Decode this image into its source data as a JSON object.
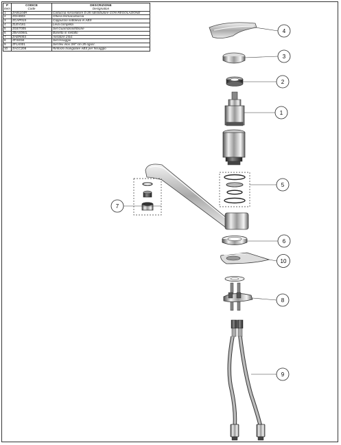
{
  "table": {
    "headers": {
      "pos": "P",
      "pos_sub": "Item",
      "code": "CODICE",
      "code_sub": "Code",
      "desc": "DESCRIZIONE",
      "desc_sub": "Designation"
    },
    "rows": [
      {
        "pos": "1",
        "code": "ZA91104R",
        "desc": "Cartuccia miscelatore D.35 sdistributore  CON REGOLAZIONE"
      },
      {
        "pos": "2",
        "code": "ZGHI003",
        "desc": "Ghiera fermacartuccia"
      },
      {
        "pos": "3",
        "code": "ZCAP01S",
        "desc": "Cappuccio sottoleva in ABS"
      },
      {
        "pos": "4",
        "code": "ZLEV161",
        "desc": "Leva completa"
      },
      {
        "pos": "5",
        "code": "ZGET005",
        "desc": "Set Guarnizionifilzione"
      },
      {
        "pos": "6",
        "code": "ZBAS084L",
        "desc": "Basetta in metallo"
      },
      {
        "pos": "7",
        "code": "ZAER003",
        "desc": "Aeratore 24x1"
      },
      {
        "pos": "8",
        "code": "ZFIS034",
        "desc": "Set fissaggio"
      },
      {
        "pos": "9",
        "code": "ZFLX001",
        "desc": "Set flex inox 3/8\" cm.35 ogusr."
      },
      {
        "pos": "10",
        "code": "ZACC208",
        "desc": "Rinforzo triangolare ABS per fissaggio"
      }
    ]
  },
  "callouts": [
    "1",
    "2",
    "3",
    "4",
    "5",
    "6",
    "7",
    "8",
    "9",
    "10"
  ]
}
